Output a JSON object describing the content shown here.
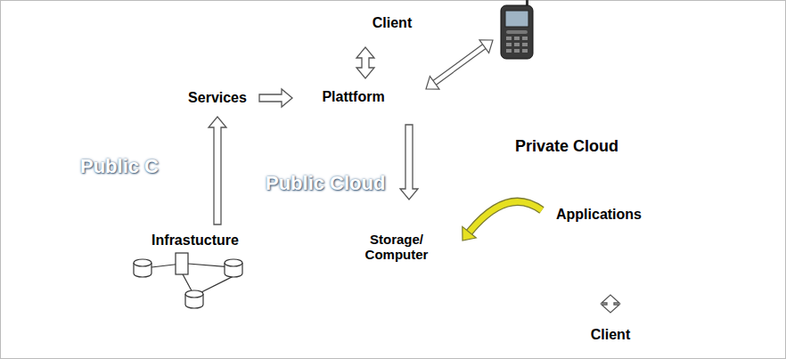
{
  "diagram": {
    "nodes": [
      {
        "text": [
          "Client"
        ]
      },
      {
        "text": [
          "Services"
        ]
      },
      {
        "text": [
          "Plattform"
        ]
      },
      {
        "text": [
          "Public C"
        ]
      },
      {
        "text": [
          "Public Cloud"
        ]
      },
      {
        "text": [
          "Private Cloud"
        ]
      },
      {
        "text": [
          "Applications"
        ],
        "in": 5
      },
      {
        "text": [
          "Infrastucture"
        ]
      },
      {
        "text": [
          "Storage/ Computer"
        ]
      },
      {
        "text": [
          "Client"
        ]
      }
    ],
    "edges": [
      {
        "from": 7,
        "to": 1,
        "arrow": "to"
      },
      {
        "from": 1,
        "to": 2,
        "arrow": "to"
      },
      {
        "from": 0,
        "to": 2,
        "arrow": "both"
      },
      {
        "from": 2,
        "to": 8,
        "arrow": "to"
      },
      {
        "from": 6,
        "to": 8,
        "arrow": "to"
      },
      {
        "from": 5,
        "to": 9,
        "arrow": "both"
      }
    ]
  }
}
